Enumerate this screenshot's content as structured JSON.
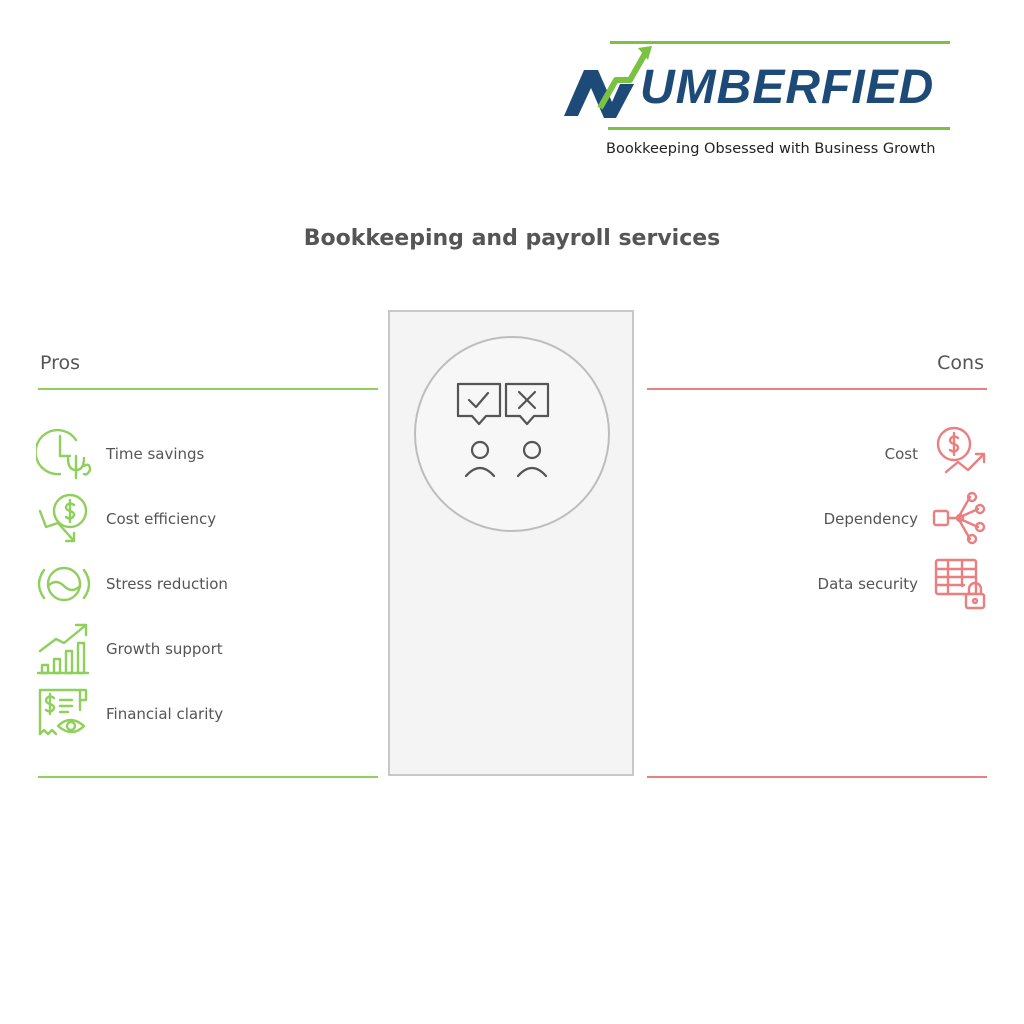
{
  "logo": {
    "wordmark": "UMBERFIED",
    "tagline": "Bookkeeping Obsessed with Business Growth"
  },
  "title": "Bookkeeping and payroll services",
  "pros": {
    "heading": "Pros",
    "items": [
      {
        "label": "Time savings",
        "icon": "clock-plant-icon"
      },
      {
        "label": "Cost efficiency",
        "icon": "dollar-down-arrow-icon"
      },
      {
        "label": "Stress reduction",
        "icon": "calm-wave-icon"
      },
      {
        "label": "Growth support",
        "icon": "growth-bars-icon"
      },
      {
        "label": "Financial clarity",
        "icon": "receipt-eye-icon"
      }
    ]
  },
  "cons": {
    "heading": "Cons",
    "items": [
      {
        "label": "Cost",
        "icon": "dollar-up-arrow-icon"
      },
      {
        "label": "Dependency",
        "icon": "network-nodes-icon"
      },
      {
        "label": "Data security",
        "icon": "table-lock-icon"
      }
    ]
  },
  "colors": {
    "pros": "#8fcf5c",
    "cons": "#ea7f7f",
    "brand_blue": "#1e4a78",
    "brand_green": "#7cc242",
    "title": "#555555"
  }
}
